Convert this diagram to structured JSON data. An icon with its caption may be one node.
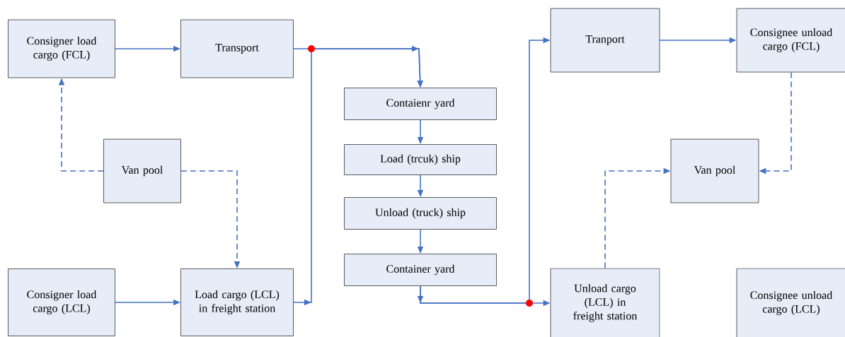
{
  "diagram": {
    "nodes": [
      {
        "text": [
          "Consigner load cargo (FCL)"
        ]
      },
      {
        "text": [
          "Transport"
        ]
      },
      {
        "text": [
          "Van pool"
        ]
      },
      {
        "text": [
          "Consigner load cargo (LCL)"
        ]
      },
      {
        "text": [
          "Load cargo (LCL) in freight station"
        ]
      },
      {
        "text": [
          "Contaienr yard"
        ]
      },
      {
        "text": [
          "Load (trcuk) ship"
        ]
      },
      {
        "text": [
          "Unload (truck) ship"
        ]
      },
      {
        "text": [
          "Container yard"
        ]
      },
      {
        "text": [
          "Tranport"
        ]
      },
      {
        "text": [
          "Consignee unload cargo (FCL)"
        ]
      },
      {
        "text": [
          "Van pool"
        ]
      },
      {
        "text": [
          "Unload cargo (LCL) in freight station"
        ]
      },
      {
        "text": [
          "Consignee unload cargo (LCL)"
        ]
      }
    ],
    "edges": [
      {
        "from": 0,
        "to": 1,
        "arrow": "to"
      },
      {
        "from": 1,
        "to": 5,
        "arrow": "to"
      },
      {
        "from": 4,
        "to": 5,
        "arrow": "to"
      },
      {
        "from": 5,
        "to": 6,
        "arrow": "to"
      },
      {
        "from": 6,
        "to": 7,
        "arrow": "to"
      },
      {
        "from": 7,
        "to": 8,
        "arrow": "to"
      },
      {
        "from": 8,
        "to": 12,
        "arrow": "to"
      },
      {
        "from": 8,
        "to": 9,
        "arrow": "to"
      },
      {
        "from": 9,
        "to": 10,
        "arrow": "to"
      },
      {
        "from": 10,
        "to": 11,
        "arrow": "to",
        "style": "dashed"
      },
      {
        "from": 12,
        "to": 11,
        "arrow": "to",
        "style": "dashed"
      },
      {
        "from": 2,
        "to": 0,
        "arrow": "to",
        "style": "dashed"
      },
      {
        "from": 2,
        "to": 4,
        "arrow": "to",
        "style": "dashed"
      },
      {
        "from": 3,
        "to": 4,
        "arrow": "to"
      }
    ]
  }
}
